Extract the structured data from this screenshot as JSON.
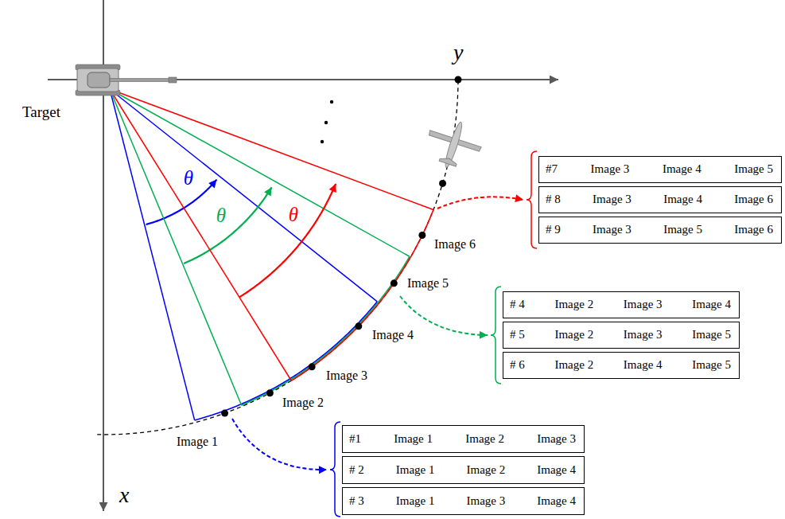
{
  "diagram": {
    "nodes": [
      {
        "text": [
          "#1",
          "Image 1",
          "Image 2",
          "Image 3"
        ]
      },
      {
        "text": [
          "# 2",
          "Image 1",
          "Image 2",
          "Image 4"
        ]
      },
      {
        "text": [
          "# 3",
          "Image 1",
          "Image 3",
          "Image 4"
        ]
      },
      {
        "text": [
          "# 4",
          "Image 2",
          "Image 3",
          "Image 4"
        ]
      },
      {
        "text": [
          "# 5",
          "Image 2",
          "Image 3",
          "Image 5"
        ]
      },
      {
        "text": [
          "# 6",
          "Image 2",
          "Image 4",
          "Image 5"
        ]
      },
      {
        "text": [
          "#7",
          "Image 3",
          "Image 4",
          "Image 5"
        ]
      },
      {
        "text": [
          "# 8",
          "Image 3",
          "Image 4",
          "Image 6"
        ]
      },
      {
        "text": [
          "# 9",
          "Image 3",
          "Image 5",
          "Image 6"
        ]
      }
    ],
    "labels": [
      "y",
      "Target",
      "θ",
      "θ",
      "θ",
      "Image 6",
      "Image 5",
      "Image 4",
      "Image 3",
      "Image 2",
      "Image 1",
      "x"
    ]
  }
}
